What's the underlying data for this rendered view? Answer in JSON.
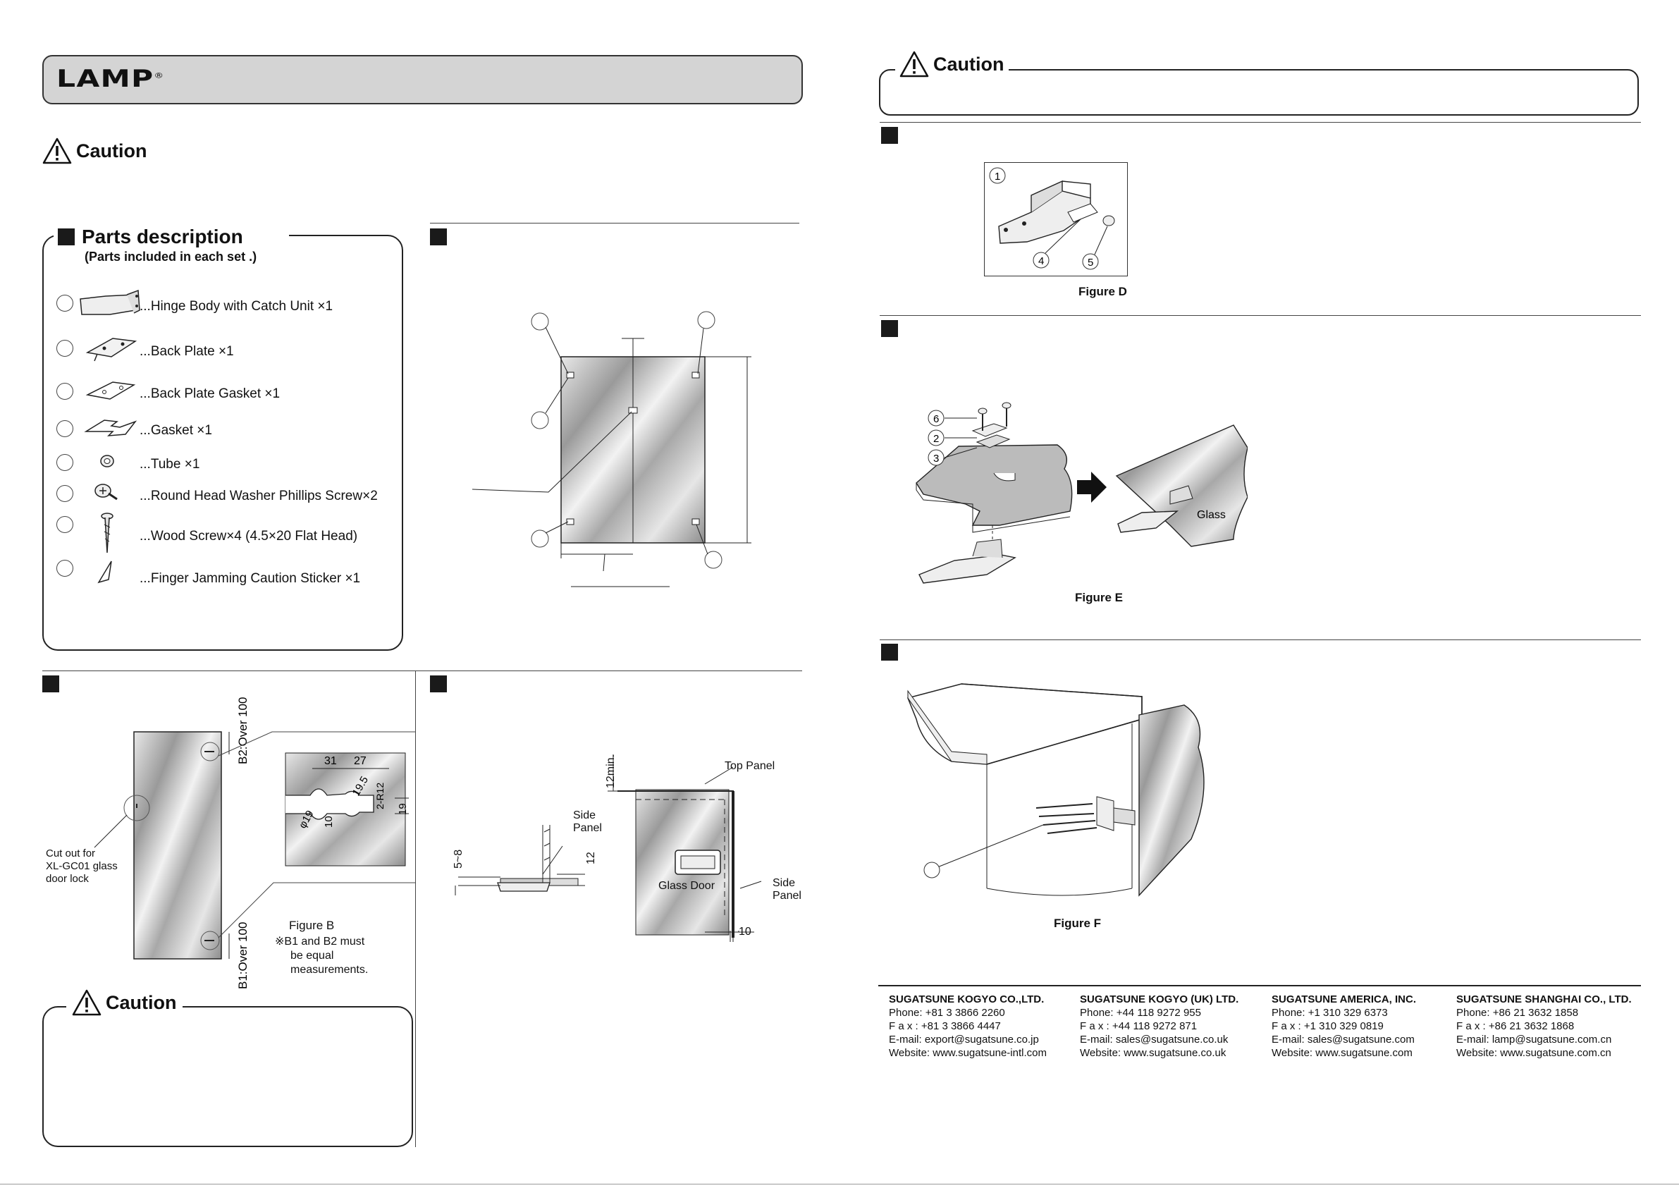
{
  "brand": {
    "logo_text": "LAMP",
    "registered": "®"
  },
  "caution_title": "Caution",
  "parts": {
    "title": "Parts description",
    "subtitle": "(Parts included in each set .)",
    "items": [
      "...Hinge Body with Catch Unit ×1",
      "...Back Plate ×1",
      "...Back Plate Gasket ×1",
      "...Gasket ×1",
      "...Tube ×1",
      "...Round Head Washer Phillips Screw×2",
      "...Wood Screw×4 (4.5×20 Flat Head)",
      "...Finger Jamming Caution Sticker ×1"
    ]
  },
  "figure_b": {
    "dims": {
      "b2": "B2:Over 100",
      "b1": "B1:Over 100",
      "d31": "31",
      "d27": "27",
      "d19_5": "19.5",
      "phi19": "φ19",
      "d10": "10",
      "r12": "2-R12",
      "d19": "19"
    },
    "cutout_note": [
      "Cut out for",
      "XL-GC01 glass",
      "door lock"
    ],
    "caption": "Figure B",
    "note": [
      "※B1 and B2 must",
      "be equal",
      "measurements."
    ]
  },
  "mount": {
    "side_panel": [
      "Side",
      "Panel"
    ],
    "top_panel": "Top Panel",
    "glass_door": "Glass Door",
    "side_panel_right": [
      "Side",
      "Panel"
    ],
    "d12min": "12min.",
    "d5_8": "5~8",
    "d12": "12",
    "d10": "10"
  },
  "figure_d": {
    "caption": "Figure D",
    "callouts": [
      "1",
      "4",
      "5"
    ]
  },
  "figure_e": {
    "caption": "Figure E",
    "callouts": [
      "6",
      "2",
      "3"
    ],
    "glass": "Glass"
  },
  "figure_f": {
    "caption": "Figure F"
  },
  "companies": [
    {
      "name": "SUGATSUNE KOGYO CO.,LTD.",
      "phone": "Phone: +81 3 3866 2260",
      "fax": "F a x : +81 3 3866 4447",
      "email": "E-mail:  export@sugatsune.co.jp",
      "web": "Website: www.sugatsune-intl.com"
    },
    {
      "name": "SUGATSUNE KOGYO (UK) LTD.",
      "phone": "Phone: +44 118 9272 955",
      "fax": "F a x : +44 118 9272 871",
      "email": "E-mail:  sales@sugatsune.co.uk",
      "web": "Website: www.sugatsune.co.uk"
    },
    {
      "name": "SUGATSUNE AMERICA, INC.",
      "phone": "Phone: +1 310 329 6373",
      "fax": "F a x : +1 310 329 0819",
      "email": "E-mail:  sales@sugatsune.com",
      "web": "Website: www.sugatsune.com"
    },
    {
      "name": "SUGATSUNE SHANGHAI CO., LTD.",
      "phone": "Phone: +86 21 3632 1858",
      "fax": "F a x : +86 21 3632 1868",
      "email": "E-mail:  lamp@sugatsune.com.cn",
      "web": "Website: www.sugatsune.com.cn"
    }
  ]
}
